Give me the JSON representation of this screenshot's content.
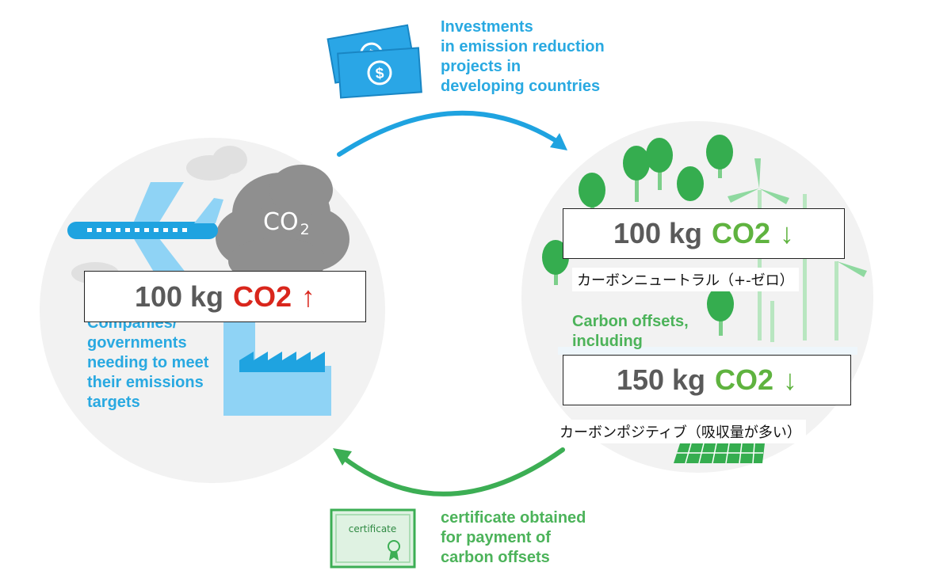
{
  "investments": [
    "Investments",
    "in emission reduction",
    "projects in",
    "developing countries"
  ],
  "companies": [
    "Companies/",
    "governments",
    "needing to meet",
    "their emissions",
    "targets"
  ],
  "offsets": [
    "Carbon offsets,",
    "including"
  ],
  "certificate_caption": [
    "certificate obtained",
    "for payment of",
    "carbon offsets"
  ],
  "certificate_label": "certificate",
  "cloud_label": "CO",
  "cloud_subscript": "2",
  "boxes": {
    "emission": {
      "amount": "100 kg",
      "gas": "CO2",
      "arrow": "↑"
    },
    "neutral": {
      "amount": "100 kg",
      "gas": "CO2",
      "arrow": "↓"
    },
    "positive": {
      "amount": "150 kg",
      "gas": "CO2",
      "arrow": "↓"
    }
  },
  "neutral_caption": "カーボンニュートラル（+-ゼロ）",
  "positive_caption": "カーボンポジティブ（吸収量が多い）",
  "colors": {
    "blue": "#29a9e1",
    "green": "#4cb35a",
    "red": "#d9261c",
    "gray": "#5a5a5a"
  },
  "icons": [
    "money-bills-icon",
    "airplane-icon",
    "co2-cloud-icon",
    "factory-icon",
    "tree-icon",
    "wind-turbine-icon",
    "solar-panel-icon",
    "certificate-icon"
  ]
}
